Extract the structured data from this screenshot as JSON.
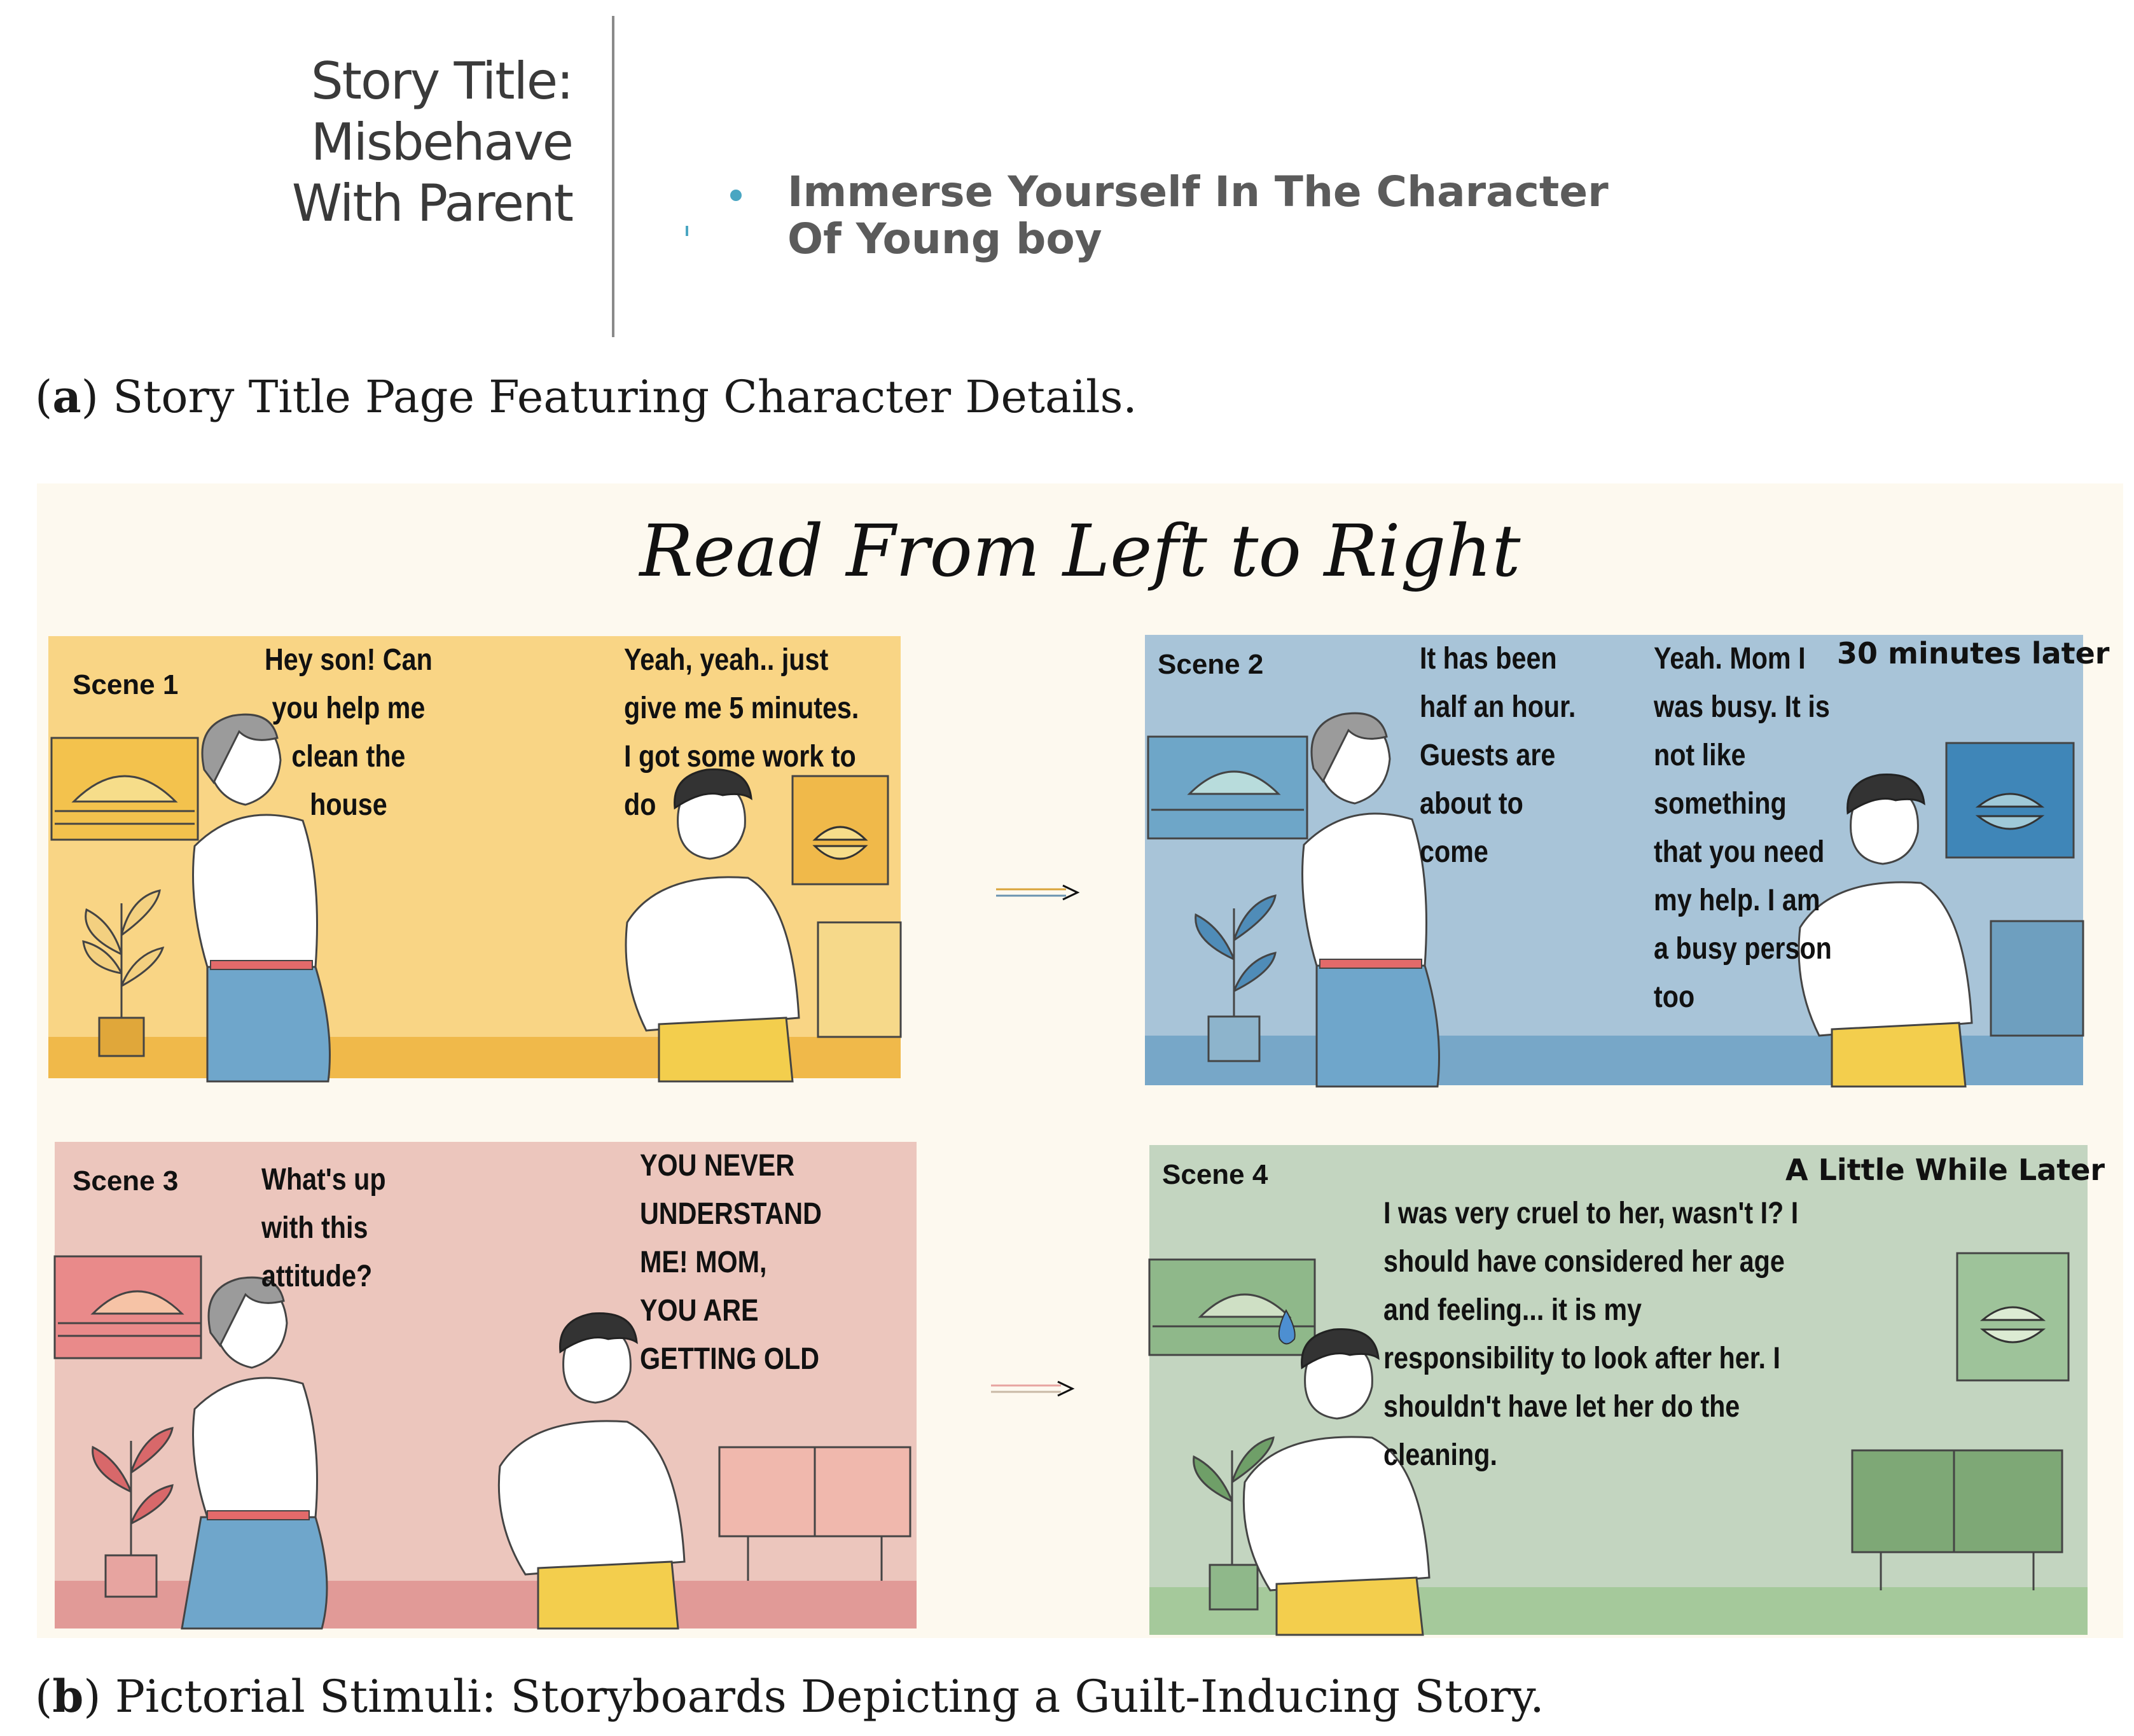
{
  "part_a": {
    "title_line1": "Story Title: Misbehave",
    "title_line2": "With Parent",
    "bullet_line1": "Immerse Yourself In The Character",
    "bullet_line2": "Of Young boy",
    "caption_letter": "a",
    "caption_text": ") Story Title Page Featuring Character Details."
  },
  "part_b": {
    "heading": "Read From Left to Right",
    "caption_letter": "b",
    "caption_text": ") Pictorial Stimuli: Storyboards Depicting a Guilt-Inducing Story.",
    "scenes": [
      {
        "label": "Scene 1",
        "bg_color": "#f9d585",
        "floor_color": "#f0b94a",
        "speech_left": "Hey son! Can you help me clean the house",
        "speech_right": "Yeah, yeah.. just give me 5 minutes. I got some work to do"
      },
      {
        "label": "Scene 2",
        "bg_color": "#a8c4d8",
        "floor_color": "#77a7c8",
        "note": "30 minutes later",
        "speech_left": "It has been half an hour. Guests are about to come",
        "speech_right": "Yeah. Mom I was busy. It is not like something that you need my help. I am a busy person too"
      },
      {
        "label": "Scene 3",
        "bg_color": "#ecc6bd",
        "floor_color": "#e19a97",
        "speech_left": "What's up with this attitude?",
        "speech_right": "YOU NEVER UNDERSTAND ME! MOM, YOU ARE GETTING OLD"
      },
      {
        "label": "Scene 4",
        "bg_color": "#c3d5c0",
        "floor_color": "#a5c99b",
        "note": "A Little While Later",
        "speech_main": "I was very cruel to her, wasn't I? I should have considered her age and feeling... it is my responsibility to look after her. I shouldn't have let her do the cleaning."
      }
    ]
  }
}
